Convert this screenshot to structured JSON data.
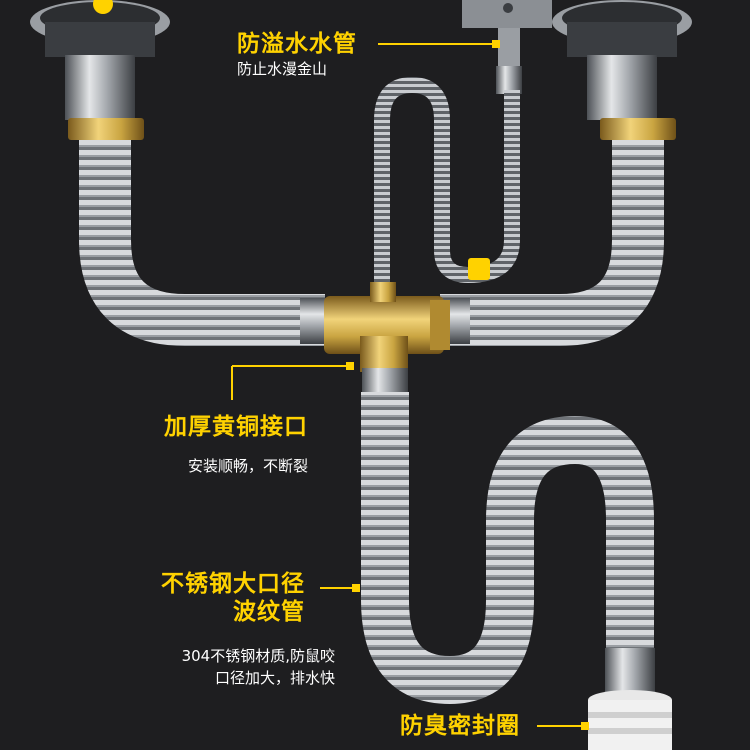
{
  "colors": {
    "background": "#1e1e20",
    "accent_yellow": "#ffd200",
    "text_white": "#ffffff",
    "steel": "#b9bcc0",
    "brass": "#c9a441"
  },
  "callouts": {
    "overflow": {
      "title": "防溢水水管",
      "subtitle": "防止水漫金山"
    },
    "brass_joint": {
      "title": "加厚黄铜接口",
      "subtitle": "安装顺畅，不断裂"
    },
    "bellows": {
      "title_line1": "不锈钢大口径",
      "title_line2": "波纹管",
      "subtitle_line1": "304不锈钢材质,防鼠咬",
      "subtitle_line2": "口径加大，排水快"
    },
    "seal": {
      "title": "防臭密封圈"
    }
  },
  "icons": {
    "left_strainer": "sink-strainer-icon",
    "right_strainer": "sink-strainer-icon",
    "overflow_box": "overflow-outlet-icon",
    "tee": "brass-tee-connector-icon"
  }
}
